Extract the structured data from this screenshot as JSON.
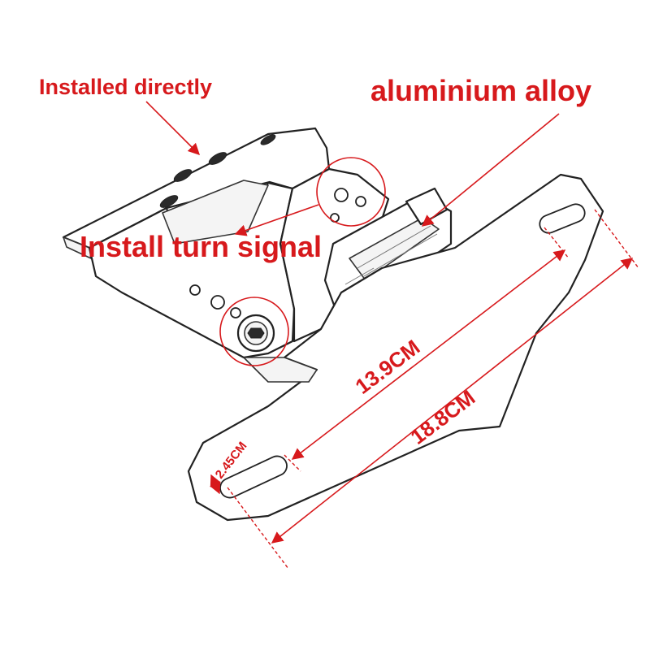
{
  "callouts": {
    "installed_directly": "Installed directly",
    "aluminium_alloy": "aluminium alloy",
    "install_turn_signal": "Install turn signal"
  },
  "dimensions": {
    "length_inner": "13.9CM",
    "length_outer": "18.8CM",
    "slot_width": "2.45CM"
  },
  "colors": {
    "annotation": "#d7191c",
    "outline": "#222222"
  },
  "icons": {
    "marker": "red-circle-marker",
    "arrow": "arrow-head-icon"
  }
}
